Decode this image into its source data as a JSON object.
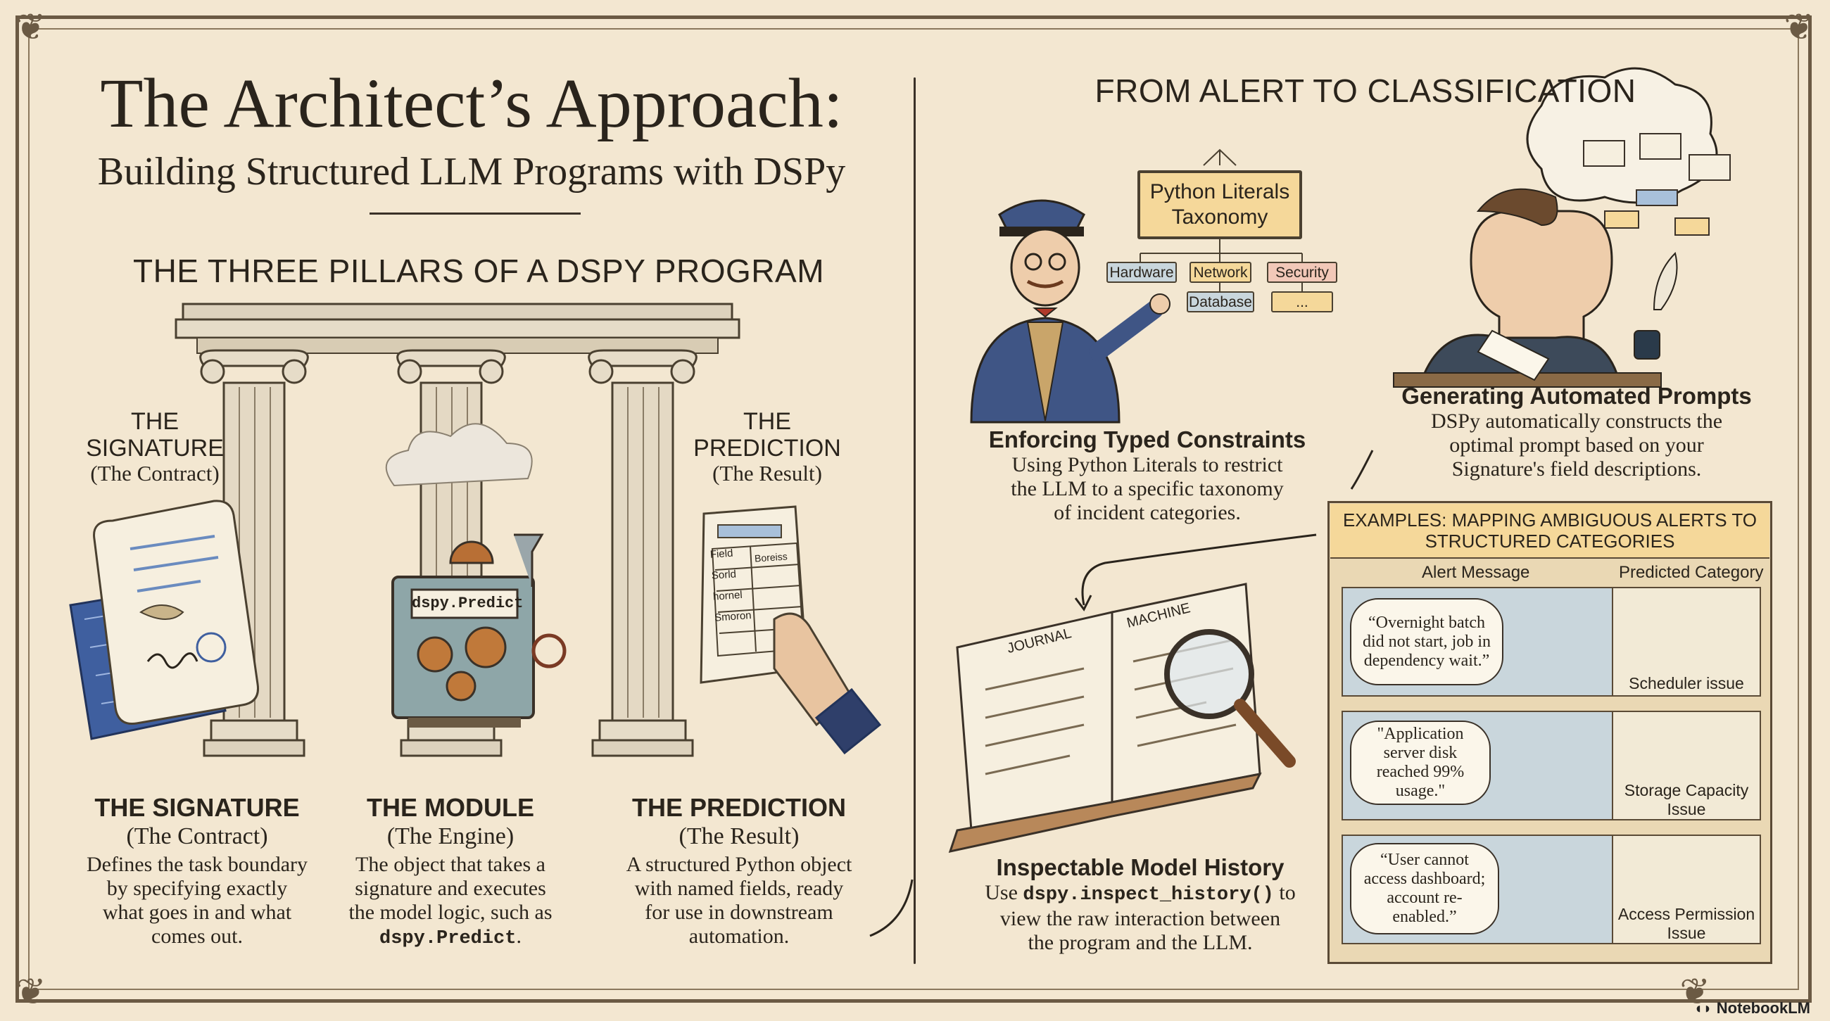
{
  "title": "The Architect’s Approach:",
  "subtitle": "Building Structured LLM Programs with DSPy",
  "pillars_heading": "THE THREE PILLARS OF A DSPY PROGRAM",
  "left_labels": {
    "signature_name": "THE SIGNATURE",
    "signature_sub": "(The Contract)",
    "prediction_name": "THE PREDICTION",
    "prediction_sub": "(The Result)",
    "engine_plate": "dspy.Predict",
    "result_fields": [
      "Field",
      "Sorld",
      "Boreiss",
      "hornel",
      "Smoron"
    ]
  },
  "columns": [
    {
      "title": "THE SIGNATURE",
      "sub": "(The Contract)",
      "lines": [
        "Defines the task boundary",
        "by specifying exactly",
        "what goes in and what",
        "comes out."
      ]
    },
    {
      "title": "THE MODULE",
      "sub": "(The Engine)",
      "lines": [
        "The object that takes a",
        "signature and executes",
        "the model logic, such as"
      ],
      "code": "dspy.Predict",
      "code_suffix": "."
    },
    {
      "title": "THE PREDICTION",
      "sub": "(The Result)",
      "lines": [
        "A structured Python object",
        "with named fields, ready",
        "for use in downstream",
        "automation."
      ]
    }
  ],
  "alert_heading": "FROM ALERT TO CLASSIFICATION",
  "taxonomy": {
    "root": "Python Literals Taxonomy",
    "children": [
      "Hardware",
      "Network",
      "Security",
      "Database",
      "..."
    ]
  },
  "typed": {
    "title": "Enforcing Typed Constraints",
    "lines": [
      "Using Python Literals to restrict",
      "the LLM to a specific taxonomy",
      "of incident categories."
    ]
  },
  "prompts": {
    "title": "Generating Automated Prompts",
    "lines": [
      "DSPy automatically constructs the",
      "optimal prompt based on your",
      "Signature's field descriptions."
    ]
  },
  "book": {
    "left_page": "JOURNAL",
    "right_page": "MACHINE"
  },
  "history": {
    "title": "Inspectable Model History",
    "line1_prefix": "Use ",
    "line1_code": "dspy.inspect_history()",
    "line1_suffix": " to",
    "lines": [
      "view the raw interaction between",
      "the program and the LLM."
    ]
  },
  "examples": {
    "heading": "EXAMPLES: MAPPING AMBIGUOUS ALERTS TO STRUCTURED CATEGORIES",
    "col_message": "Alert Message",
    "col_category": "Predicted Category",
    "rows": [
      {
        "message": "“Overnight batch did not start, job in dependency wait.”",
        "category": "Scheduler issue"
      },
      {
        "message": "\"Application server disk reached 99% usage.\"",
        "category": "Storage Capacity Issue"
      },
      {
        "message": "“User cannot access dashboard; account re-enabled.”",
        "category": "Access Permission Issue"
      }
    ]
  },
  "watermark": "NotebookLM",
  "colors": {
    "paper": "#f3e7d1",
    "ink": "#2a241c",
    "panel": "#ead8b4",
    "header": "#f5d89a",
    "blueprint": "#3f5f9f"
  }
}
